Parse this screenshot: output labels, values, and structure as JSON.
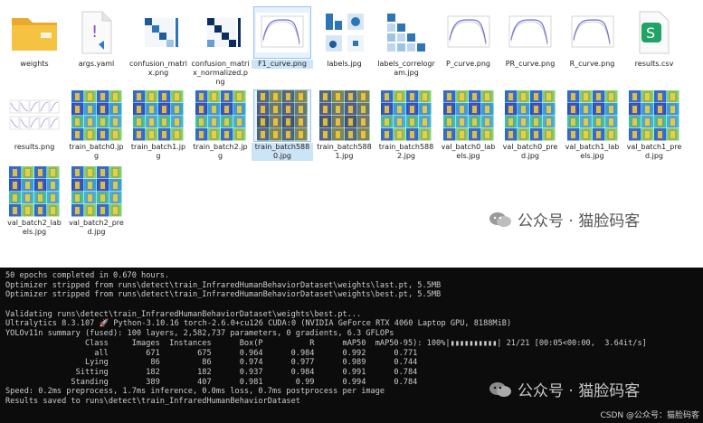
{
  "files": [
    {
      "name": "weights",
      "kind": "folder"
    },
    {
      "name": "args.yaml",
      "kind": "yaml"
    },
    {
      "name": "confusion_matrix.png",
      "kind": "confusion"
    },
    {
      "name": "confusion_matrix_normalized.png",
      "kind": "confusion2"
    },
    {
      "name": "F1_curve.png",
      "kind": "curve",
      "selected": true
    },
    {
      "name": "labels.jpg",
      "kind": "labels"
    },
    {
      "name": "labels_correlogram.jpg",
      "kind": "correlogram"
    },
    {
      "name": "P_curve.png",
      "kind": "curve"
    },
    {
      "name": "PR_curve.png",
      "kind": "curve"
    },
    {
      "name": "R_curve.png",
      "kind": "curve"
    },
    {
      "name": "results.csv",
      "kind": "csv"
    },
    {
      "name": "results.png",
      "kind": "results"
    },
    {
      "name": "train_batch0.jpg",
      "kind": "batch"
    },
    {
      "name": "train_batch1.jpg",
      "kind": "batch"
    },
    {
      "name": "train_batch2.jpg",
      "kind": "batch"
    },
    {
      "name": "train_batch5880.jpg",
      "kind": "batch_dark",
      "selected": true
    },
    {
      "name": "train_batch5881.jpg",
      "kind": "batch_dark"
    },
    {
      "name": "train_batch5882.jpg",
      "kind": "batch"
    },
    {
      "name": "val_batch0_labels.jpg",
      "kind": "batch"
    },
    {
      "name": "val_batch0_pred.jpg",
      "kind": "batch"
    },
    {
      "name": "val_batch1_labels.jpg",
      "kind": "batch"
    },
    {
      "name": "val_batch1_pred.jpg",
      "kind": "batch"
    },
    {
      "name": "val_batch2_labels.jpg",
      "kind": "batch"
    },
    {
      "name": "val_batch2_pred.jpg",
      "kind": "batch"
    }
  ],
  "watermark": "公众号 · 猫脸码客",
  "terminal_lines": [
    "50 epochs completed in 0.670 hours.",
    "Optimizer stripped from runs\\detect\\train_InfraredHumanBehaviorDataset\\weights\\last.pt, 5.5MB",
    "Optimizer stripped from runs\\detect\\train_InfraredHumanBehaviorDataset\\weights\\best.pt, 5.5MB",
    "",
    "Validating runs\\detect\\train_InfraredHumanBehaviorDataset\\weights\\best.pt...",
    "Ultralytics 8.3.107 🚀 Python-3.10.16 torch-2.6.0+cu126 CUDA:0 (NVIDIA GeForce RTX 4060 Laptop GPU, 8188MiB)",
    "YOLOv11n summary (fused): 100 layers, 2,582,737 parameters, 0 gradients, 6.3 GFLOPs",
    "                 Class     Images  Instances      Box(P          R      mAP50  mAP50-95): 100%|▮▮▮▮▮▮▮▮▮▮| 21/21 [00:05<00:00,  3.64it/s]",
    "                   all        671        675      0.964      0.984      0.992      0.771",
    "                 Lying         86         86      0.974      0.977      0.989      0.744",
    "               Sitting        182        182      0.937      0.984      0.991      0.784",
    "              Standing        389        407      0.981       0.99      0.994      0.784",
    "Speed: 0.2ms preprocess, 1.7ms inference, 0.0ms loss, 0.7ms postprocess per image",
    "Results saved to runs\\detect\\train_InfraredHumanBehaviorDataset"
  ],
  "csdn": "CSDN @公众号：猫脸码客"
}
